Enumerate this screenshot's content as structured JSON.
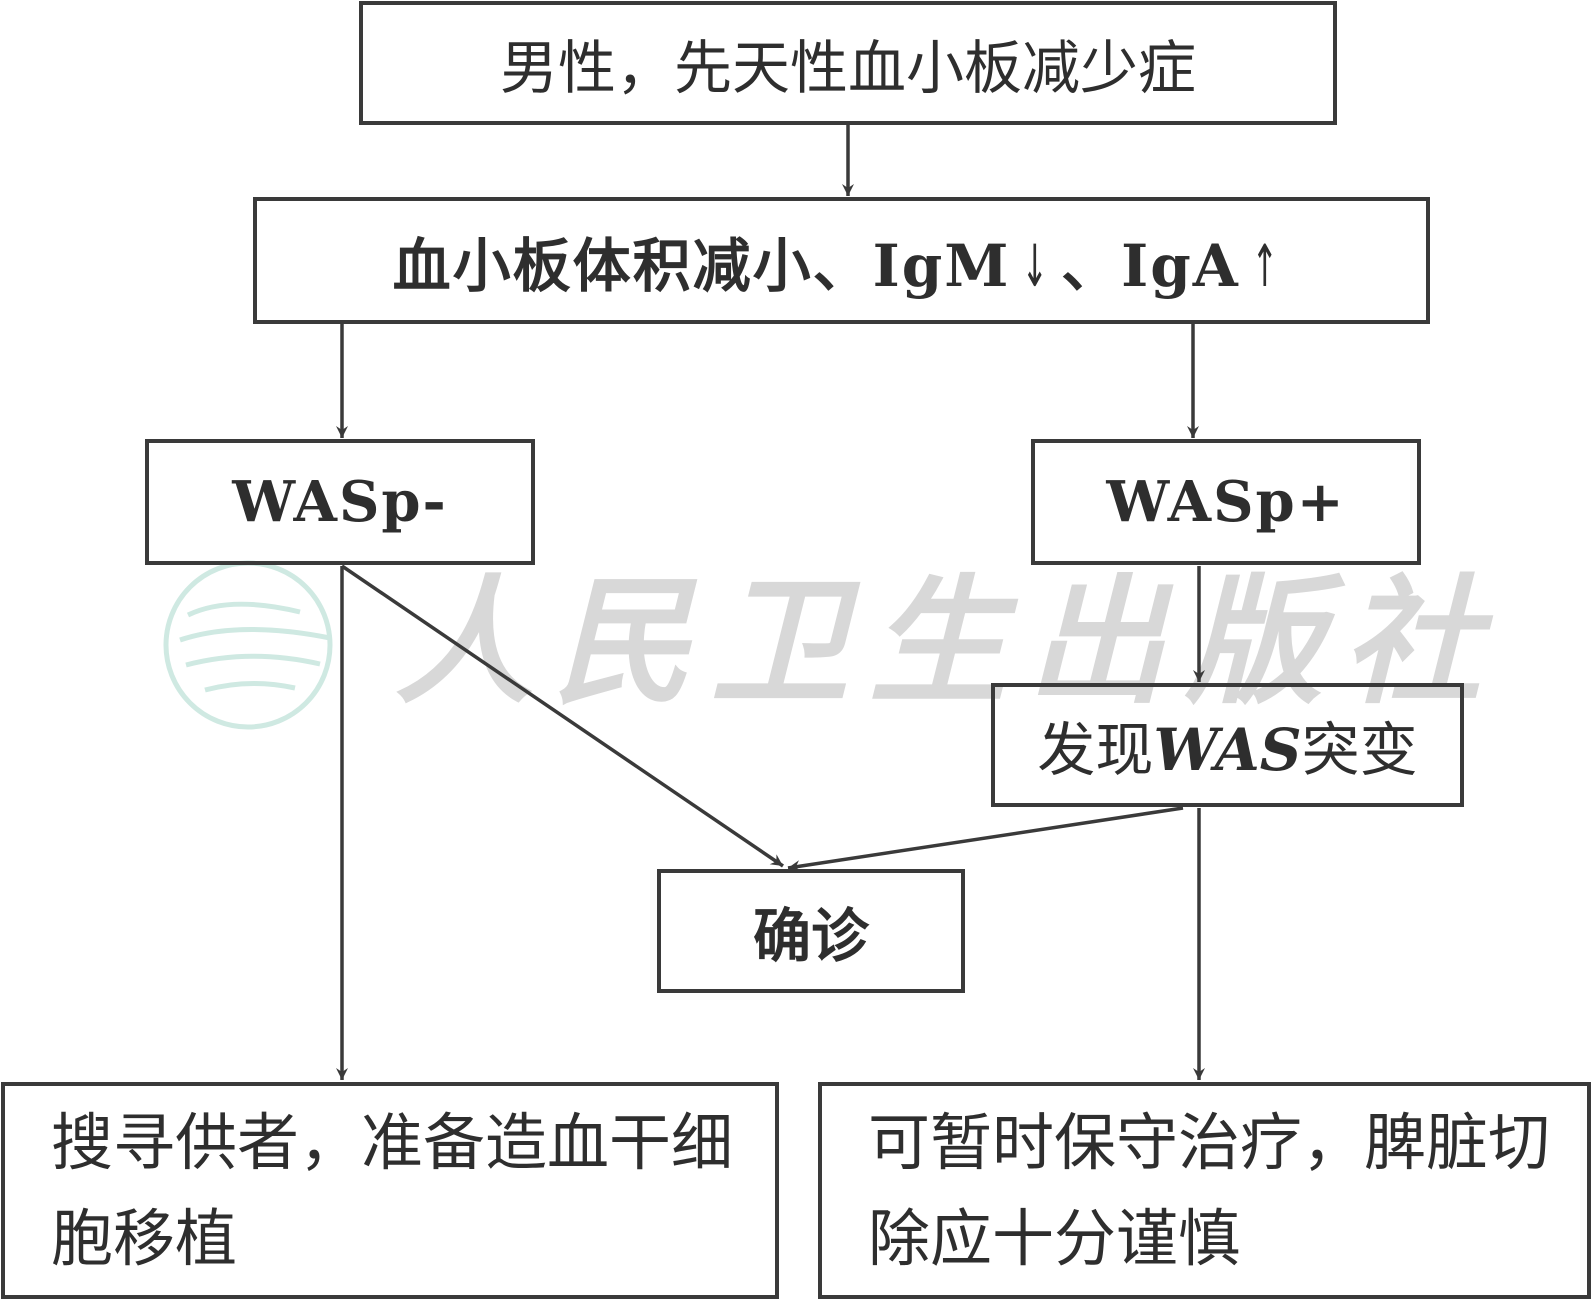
{
  "nodes": {
    "start": {
      "text": "男性，先天性血小板减少症"
    },
    "lab": {
      "prefix": "血小板体积减小、IgM",
      "arrow_down": "↓",
      "mid": "、IgA",
      "arrow_up": "↑"
    },
    "wasp_neg": {
      "text": "WASp-"
    },
    "wasp_pos": {
      "text": "WASp+"
    },
    "mutation": {
      "pre": "发现",
      "gene": "WAS",
      "post": "突变"
    },
    "confirm": {
      "text": "确诊"
    },
    "transplant": {
      "text": "搜寻供者，准备造血干细胞移植"
    },
    "conservative": {
      "text": "可暂时保守治疗，脾脏切除应十分谨慎"
    }
  },
  "edges": [
    {
      "from": "start",
      "to": "lab"
    },
    {
      "from": "lab",
      "to": "wasp_neg"
    },
    {
      "from": "lab",
      "to": "wasp_pos"
    },
    {
      "from": "wasp_neg",
      "to": "confirm"
    },
    {
      "from": "wasp_neg",
      "to": "transplant"
    },
    {
      "from": "wasp_pos",
      "to": "mutation"
    },
    {
      "from": "mutation",
      "to": "confirm"
    },
    {
      "from": "mutation",
      "to": "conservative"
    }
  ],
  "watermark": {
    "text": "人民卫生出版社"
  },
  "colors": {
    "line": "#3a3a3a",
    "text": "#2e2e2e",
    "watermark_text": "#d8d8d8",
    "watermark_logo": "#cfe9e2"
  }
}
